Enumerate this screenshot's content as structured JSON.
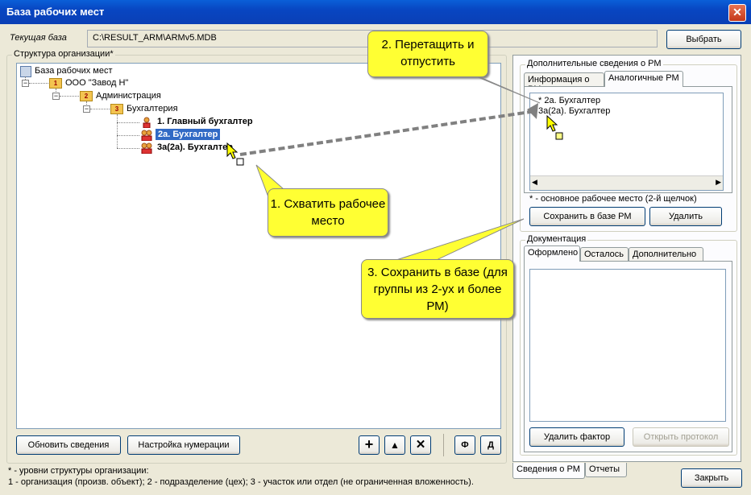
{
  "window": {
    "title": "База рабочих мест",
    "close_glyph": "✕"
  },
  "current_db": {
    "label": "Текущая база",
    "path": "C:\\RESULT_ARM\\ARMv5.MDB",
    "choose_button": "Выбрать"
  },
  "org": {
    "group_label": "Структура организации*",
    "tree": {
      "root": "База рабочих мест",
      "level1": {
        "num": "1",
        "label": "ООО \"Завод Н\""
      },
      "level2": {
        "num": "2",
        "label": "Администрация"
      },
      "level3": {
        "num": "3",
        "label": "Бухгалтерия"
      },
      "items": [
        "1. Главный бухгалтер",
        "2а. Бухгалтер",
        "3а(2а). Бухгалтер"
      ]
    },
    "refresh_button": "Обновить сведения",
    "numbering_button": "Настройка нумерации",
    "add_glyph": "+",
    "up_glyph": "▲",
    "delete_glyph": "✕",
    "f_button": "Ф",
    "d_button": "Д"
  },
  "footnote": {
    "line1": "* - уровни структуры организации:",
    "line2": "1 - организация (произв. объект); 2 - подразделение (цех); 3 - участок или отдел (не ограниченная вложенность)."
  },
  "extra": {
    "group_label": "Дополнительные сведения о РМ",
    "tabs": [
      "Информация о РМ",
      "Аналогичные РМ"
    ],
    "list_items": [
      "* 2а. Бухгалтер",
      "3а(2а). Бухгалтер"
    ],
    "note": "* - основное рабочее место (2-й щелчок)",
    "save_button": "Сохранить в базе РМ",
    "delete_button": "Удалить"
  },
  "docs": {
    "group_label": "Документация",
    "tabs": [
      "Оформлено",
      "Осталось",
      "Дополнительно"
    ],
    "delete_factor_button": "Удалить фактор",
    "open_protocol_button": "Открыть протокол"
  },
  "bottom_tabs": [
    "Сведения о РМ",
    "Отчеты"
  ],
  "close_button": "Закрыть",
  "callouts": {
    "grab": "1. Схватить рабочее место",
    "drag": "2. Перетащить и отпустить",
    "save": "3. Сохранить в базе (для группы из 2-ух и более РМ)"
  },
  "colors": {
    "title_bar": "#0846c2",
    "selection": "#316ac5",
    "callout": "#ffff33"
  }
}
